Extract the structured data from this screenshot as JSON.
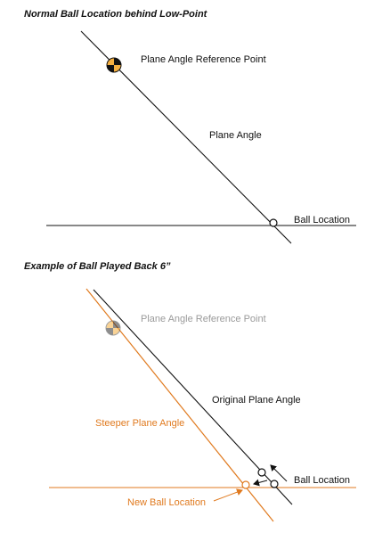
{
  "colors": {
    "line": "#111111",
    "accent": "#e07a1f",
    "marker_fill": "#f5b041",
    "faded": "#9a9a9a"
  },
  "section1": {
    "title": "Normal Ball Location behind Low-Point",
    "reference_point_label": "Plane Angle Reference Point",
    "plane_angle_label": "Plane Angle",
    "ball_location_label": "Ball Location"
  },
  "section2": {
    "title": "Example of Ball Played Back 6”",
    "reference_point_label": "Plane Angle Reference Point",
    "original_plane_label": "Original Plane Angle",
    "steeper_plane_label": "Steeper Plane Angle",
    "ball_location_label": "Ball Location",
    "new_ball_location_label": "New Ball Location"
  }
}
